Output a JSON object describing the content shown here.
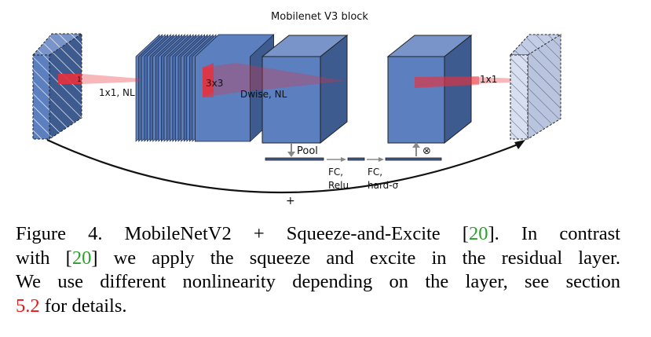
{
  "diagram": {
    "title": "Mobilenet V3 block",
    "labels": {
      "conv1_kernel": "1",
      "conv1_label": "1x1, NL",
      "dwise_kernel": "3x3",
      "dwise_label": "Dwise, NL",
      "proj_kernel": "1x1",
      "pool": "Pool",
      "fc1_name": "FC,",
      "fc1_act": "Relu",
      "fc2_name": "FC,",
      "fc2_act": "hard-σ",
      "multiply": "⊗",
      "add": "+"
    },
    "colors": {
      "block_fill": "#5b7fbf",
      "block_dark": "#3e5b8f",
      "block_top": "#7894c8",
      "residual_fill": "#d8dff0",
      "kernel_red": "#e8303c",
      "arrow_gray": "#888888"
    }
  },
  "caption": {
    "line1_pre": "Figure 4. MobileNetV2 + Squeeze-and-Excite [",
    "ref1": "20",
    "line1_post": "].  In contrast",
    "line2_pre": "with [",
    "ref2": "20",
    "line2_post": "] we apply the squeeze and excite in the residual layer.",
    "line3": "We use different nonlinearity depending on the layer, see section",
    "ref3": "5.2",
    "line4_post": " for details."
  }
}
